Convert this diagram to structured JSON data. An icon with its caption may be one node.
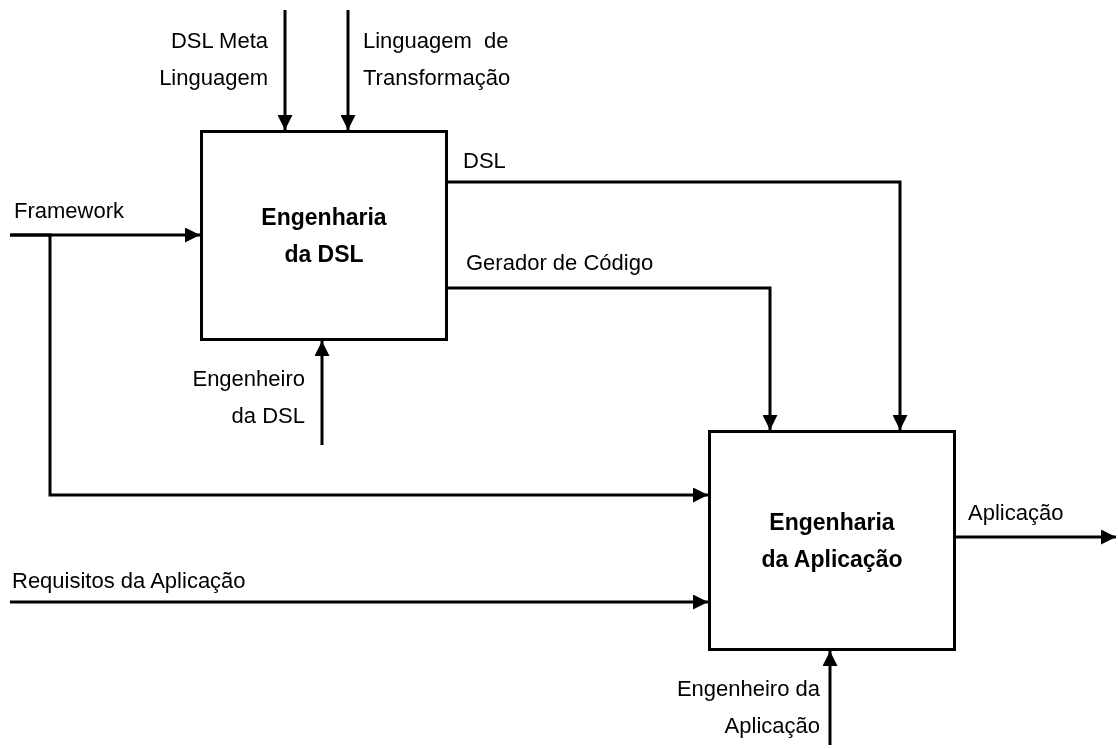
{
  "diagram": {
    "nodes": [
      {
        "text": [
          "Engenharia da DSL"
        ]
      },
      {
        "text": [
          "Engenharia da Aplicação"
        ]
      }
    ],
    "edges": [
      {
        "from": null,
        "to": 0,
        "arrow": "to",
        "label": "DSL Meta Linguagem"
      },
      {
        "from": null,
        "to": 0,
        "arrow": "to",
        "label": "Linguagem  de Transformação"
      },
      {
        "from": null,
        "to": 0,
        "arrow": "to",
        "label": "Framework"
      },
      {
        "from": null,
        "to": 0,
        "arrow": "to",
        "label": "Engenheiro da DSL"
      },
      {
        "from": 0,
        "to": 1,
        "arrow": "to",
        "label": "DSL"
      },
      {
        "from": 0,
        "to": 1,
        "arrow": "to",
        "label": "Gerador de Código"
      },
      {
        "from": null,
        "to": 1,
        "arrow": "to"
      },
      {
        "from": null,
        "to": 1,
        "arrow": "to",
        "label": "Requisitos da Aplicação"
      },
      {
        "from": 1,
        "to": null,
        "arrow": "to",
        "label": "Aplicação"
      },
      {
        "from": null,
        "to": 1,
        "arrow": "to",
        "label": "Engenheiro da Aplicação"
      }
    ]
  }
}
